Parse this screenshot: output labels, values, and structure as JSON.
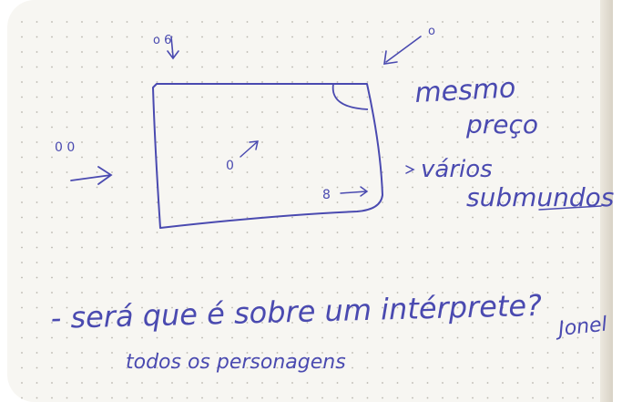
{
  "colors": {
    "paper": "#f7f6f2",
    "ink": "#4a4ab0",
    "dot": "#b9b6ae"
  },
  "notes": {
    "top_tiny_label": "o 6",
    "top_right_tiny_label": "o",
    "left_label": "0 0",
    "box_inner_label": "0",
    "box_bottom_label": "8",
    "right_line1": "mesmo",
    "right_line2": "preço",
    "right_line3": "vários",
    "right_line4": "submundos",
    "question": "- será que é sobre um intérprete?",
    "signature": "Jonel",
    "bottom_line": "todos os personagens"
  }
}
